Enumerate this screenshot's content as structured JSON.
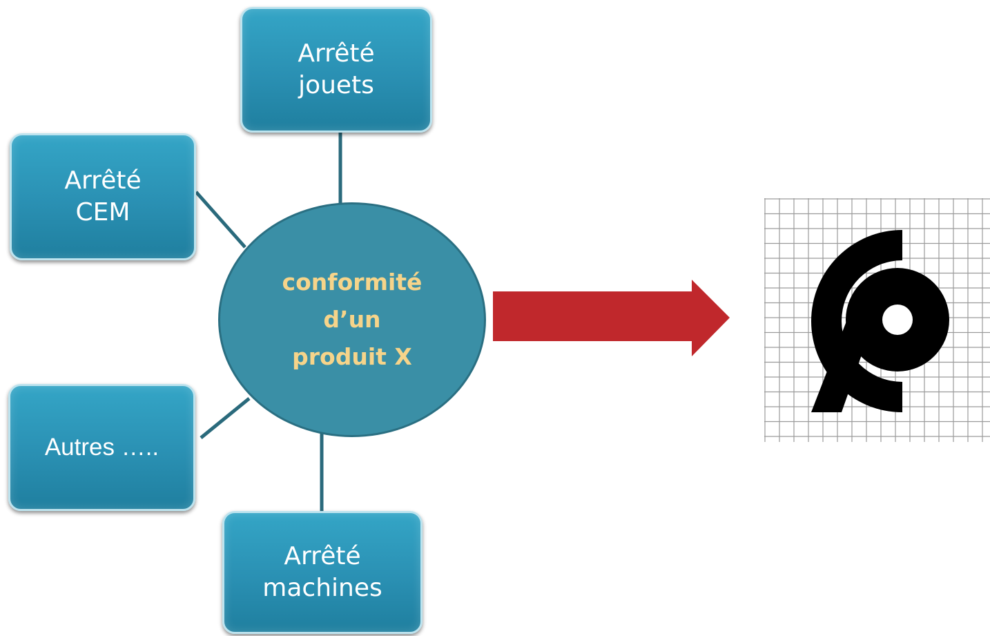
{
  "diagram": {
    "center": {
      "label": "conformité\nd’un\nproduit X"
    },
    "nodes": {
      "jouets": {
        "label": "Arrêté\njouets"
      },
      "cem": {
        "label": "Arrêté\nCEM"
      },
      "autres": {
        "label": "Autres ….."
      },
      "machines": {
        "label": "Arrêté\nmachines"
      }
    },
    "colors": {
      "node_fill": "#2a90b3",
      "node_border": "#bde3ee",
      "center_fill": "#3a8fa6",
      "center_text": "#f6d48a",
      "connector": "#2a6a7c",
      "arrow": "#c0282c",
      "logo": "#000000",
      "grid": "#9a9a9a"
    },
    "arrow": {
      "icon": "right-arrow-icon"
    },
    "logo": {
      "icon": "ccc-mark-icon"
    }
  }
}
